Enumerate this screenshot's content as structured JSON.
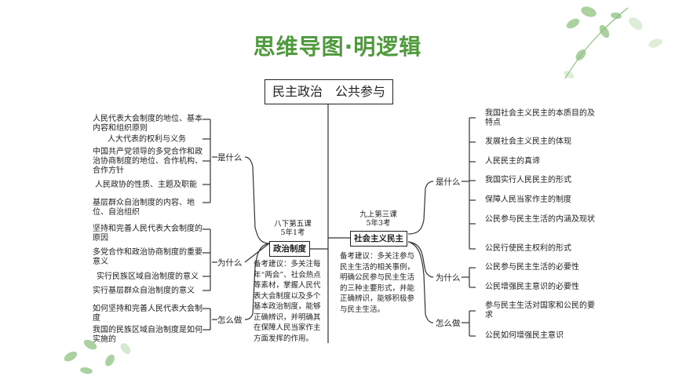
{
  "title": "思维导图·明逻辑",
  "root": "民主政治　公共参与",
  "left": {
    "node": "政治制度",
    "sub": [
      "八下第五课",
      "5年1考"
    ],
    "note": "备考建议：多关注每年“两会”、社会热点等素材，掌握人民代表大会制度以及多个基本政治制度，能够正确辨识，并明确其在保障人民当家作主方面发挥的作用。",
    "groups": [
      {
        "label": "是什么",
        "items": [
          "人民代表大会制度的地位、基本内容和组织原则",
          "人大代表的权利与义务",
          "中国共产党领导的多党合作和政治协商制度的地位、合作机构、合作方针",
          "人民政协的性质、主题及职能",
          "基层群众自治制度的内容、地位、自治组织"
        ]
      },
      {
        "label": "为什么",
        "items": [
          "坚持和完善人民代表大会制度的原因",
          "多党合作和政治协商制度的重要意义",
          "实行民族区域自治制度的意义",
          "实行基层群众自治制度的意义"
        ]
      },
      {
        "label": "怎么做",
        "items": [
          "如何坚持和完善人民代表大会制度",
          "我国的民族区域自治制度是如何实施的"
        ]
      }
    ]
  },
  "right": {
    "node": "社会主义民主",
    "sub": [
      "九上第三课",
      "5年3考"
    ],
    "note": "备考建议：多关注参与民主生活的相关事例，明确公民参与民主生活的三种主要形式，并能正确辨识，能够积极参与民主生活。",
    "groups": [
      {
        "label": "是什么",
        "items": [
          "我国社会主义民主的本质目的及特点",
          "发展社会主义民主的体现",
          "人民民主的真谛",
          "我国实行人民民主的形式",
          "保障人民当家作主的制度",
          "公民参与民主生活的内涵及现状",
          "公民行使民主权利的形式"
        ]
      },
      {
        "label": "为什么",
        "items": [
          "公民参与民主生活的必要性",
          "公民增强民主意识的必要性"
        ]
      },
      {
        "label": "怎么做",
        "items": [
          "参与民主生活对国家和公民的要求",
          "公民如何增强民主意识"
        ]
      }
    ]
  }
}
